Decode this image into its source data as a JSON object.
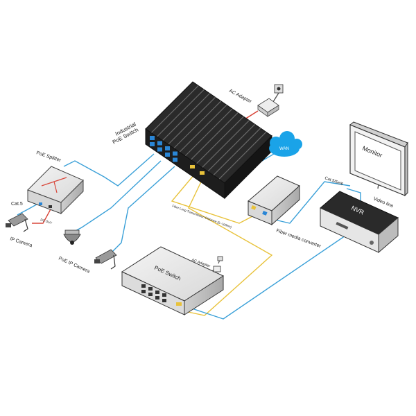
{
  "labels": {
    "ac_adapter_top": "AC Adapter",
    "industrial_line1": "Industrial",
    "industrial_line2": "PoE Switch",
    "wan": "WAN",
    "monitor": "Monitor",
    "poe_splitter": "PoE Splitter",
    "cat5_left": "Cat.5",
    "dc_out": "DC OUT",
    "ip_camera": "IP Camera",
    "poe_ip_camera": "PoE IP Camera",
    "fiber_distance": "Fiber Long Transmission Distance (5~100km)",
    "fiber_media_converter": "Fiber media converter",
    "cat5e6": "Cat.5/5e/6",
    "video_line": "Video line",
    "nvr": "NVR",
    "ac_adapter_small": "AC Adapter",
    "poe_switch": "PoE Switch"
  },
  "colors": {
    "ethernet_cable": "#3aa0d8",
    "fiber_cable": "#e8c23a",
    "power_cable": "#d9463a",
    "cloud": "#1aa3e8",
    "device_dark": "#1f1f1f",
    "port_blue": "#2a86d6"
  }
}
